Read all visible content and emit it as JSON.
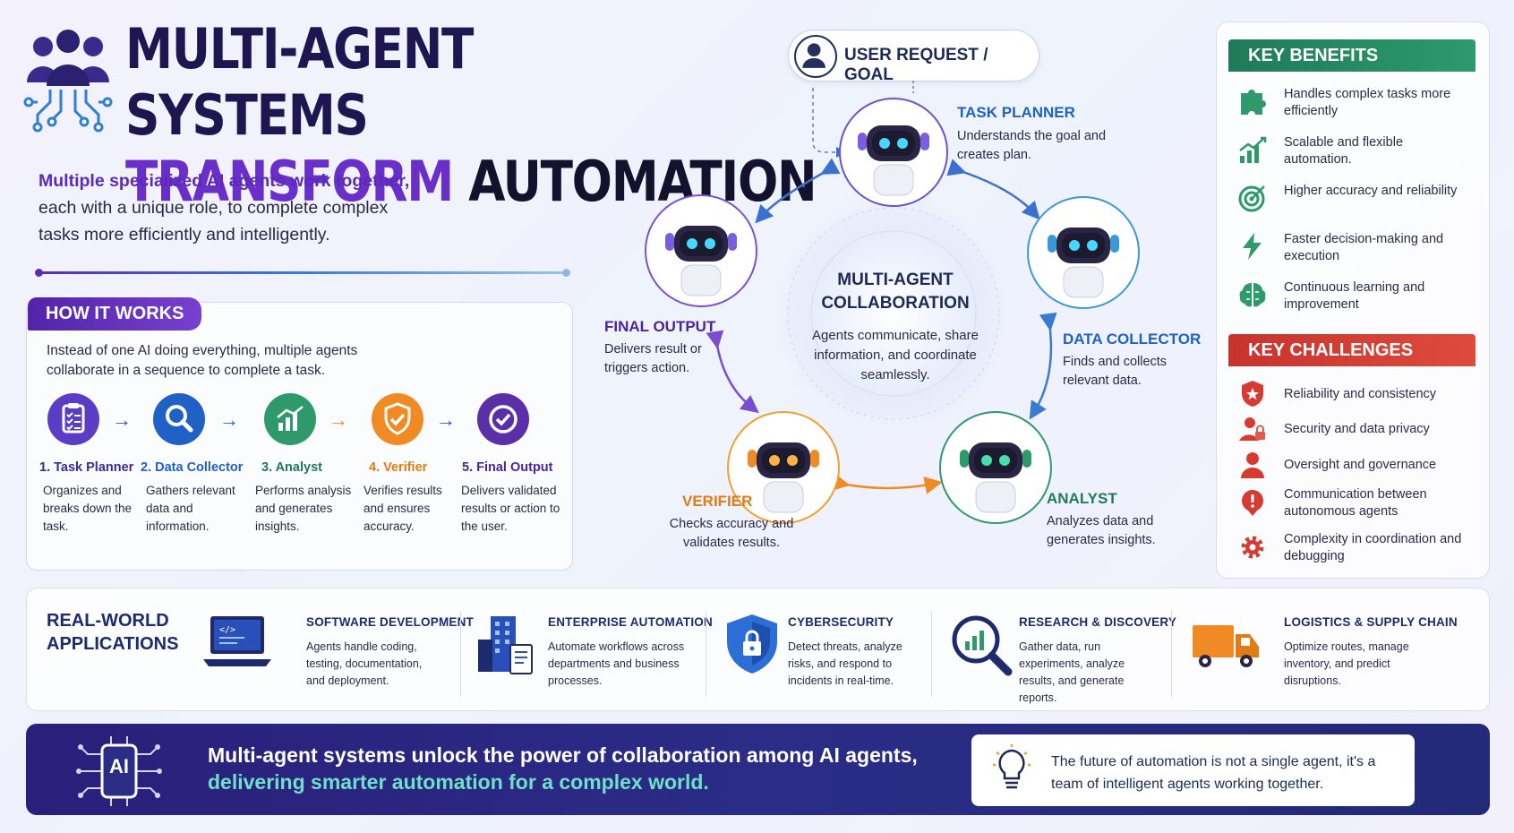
{
  "colors": {
    "title_dark": "#1e1551",
    "title_accent": "#6a2fc8",
    "purple": "#5b2bb8",
    "blue": "#1f61c4",
    "green": "#2e9a6c",
    "orange": "#f08a24",
    "red": "#d63b31",
    "footer": "#2a2c86",
    "teal_text": "#6fe0c8"
  },
  "title": {
    "line1": "MULTI-AGENT SYSTEMS",
    "line2_accent": "TRANSFORM",
    "line2_rest": "AUTOMATION"
  },
  "intro": {
    "highlight": "Multiple specialized AI agents work together,",
    "line2": "each with a unique role, to complete complex",
    "line3": "tasks more efficiently and intelligently."
  },
  "how_it_works": {
    "tag": "HOW IT WORKS",
    "description": "Instead of one AI doing everything, multiple agents collaborate in a sequence to complete a task.",
    "arrow": "→",
    "steps": [
      {
        "title": "1. Task Planner",
        "desc": "Organizes and breaks down the task.",
        "icon": "clipboard-icon"
      },
      {
        "title": "2. Data Collector",
        "desc": "Gathers relevant data and information.",
        "icon": "magnifier-icon"
      },
      {
        "title": "3. Analyst",
        "desc": "Performs analysis and generates insights.",
        "icon": "bar-chart-icon"
      },
      {
        "title": "4. Verifier",
        "desc": "Verifies results and ensures accuracy.",
        "icon": "shield-check-icon"
      },
      {
        "title": "5. Final Output",
        "desc": "Delivers validated results or action to the user.",
        "icon": "check-circle-icon"
      }
    ]
  },
  "collaboration": {
    "user_goal": "USER REQUEST / GOAL",
    "center_title_1": "MULTI-AGENT",
    "center_title_2": "COLLABORATION",
    "center_desc": "Agents communicate, share information, and coordinate seamlessly.",
    "agents": {
      "planner": {
        "name": "TASK PLANNER",
        "desc": "Understands the goal and creates plan."
      },
      "collector": {
        "name": "DATA COLLECTOR",
        "desc": "Finds and collects relevant data."
      },
      "analyst": {
        "name": "ANALYST",
        "desc": "Analyzes data and generates insights."
      },
      "verifier": {
        "name": "VERIFIER",
        "desc": "Checks accuracy and validates results."
      },
      "output": {
        "name": "FINAL OUTPUT",
        "desc": "Delivers result or triggers action."
      }
    }
  },
  "benefits": {
    "title": "KEY BENEFITS",
    "items": [
      {
        "text": "Handles complex tasks more efficiently",
        "icon": "puzzle-icon"
      },
      {
        "text": "Scalable and flexible automation.",
        "icon": "growth-chart-icon"
      },
      {
        "text": "Higher accuracy and reliability",
        "icon": "target-icon"
      },
      {
        "text": "Faster decision-making and execution",
        "icon": "lightning-icon"
      },
      {
        "text": "Continuous learning and improvement",
        "icon": "brain-icon"
      }
    ]
  },
  "challenges": {
    "title": "KEY CHALLENGES",
    "items": [
      {
        "text": "Reliability and consistency",
        "icon": "shield-star-icon"
      },
      {
        "text": "Security and data privacy",
        "icon": "user-lock-icon"
      },
      {
        "text": "Oversight and governance",
        "icon": "person-icon"
      },
      {
        "text": "Communication between autonomous agents",
        "icon": "alert-bubble-icon"
      },
      {
        "text": "Complexity in coordination and debugging",
        "icon": "gear-icon"
      }
    ]
  },
  "applications": {
    "title_1": "REAL-WORLD",
    "title_2": "APPLICATIONS",
    "items": [
      {
        "title": "SOFTWARE DEVELOPMENT",
        "desc": "Agents handle coding, testing, documentation, and deployment.",
        "icon": "laptop-code-icon"
      },
      {
        "title": "ENTERPRISE AUTOMATION",
        "desc": "Automate workflows across departments and business processes.",
        "icon": "building-icon"
      },
      {
        "title": "CYBERSECURITY",
        "desc": "Detect threats, analyze risks, and respond to incidents in real-time.",
        "icon": "shield-lock-icon"
      },
      {
        "title": "RESEARCH & DISCOVERY",
        "desc": "Gather data, run experiments, analyze results, and generate reports.",
        "icon": "research-magnifier-icon"
      },
      {
        "title": "LOGISTICS & SUPPLY CHAIN",
        "desc": "Optimize routes, manage inventory, and predict disruptions.",
        "icon": "truck-icon"
      }
    ]
  },
  "footer": {
    "ai_label": "AI",
    "line1": "Multi-agent systems unlock the power of collaboration among AI agents,",
    "line2": "delivering smarter automation for a complex world.",
    "quote": "The future of automation is not a single agent, it's a team of intelligent agents working together."
  }
}
